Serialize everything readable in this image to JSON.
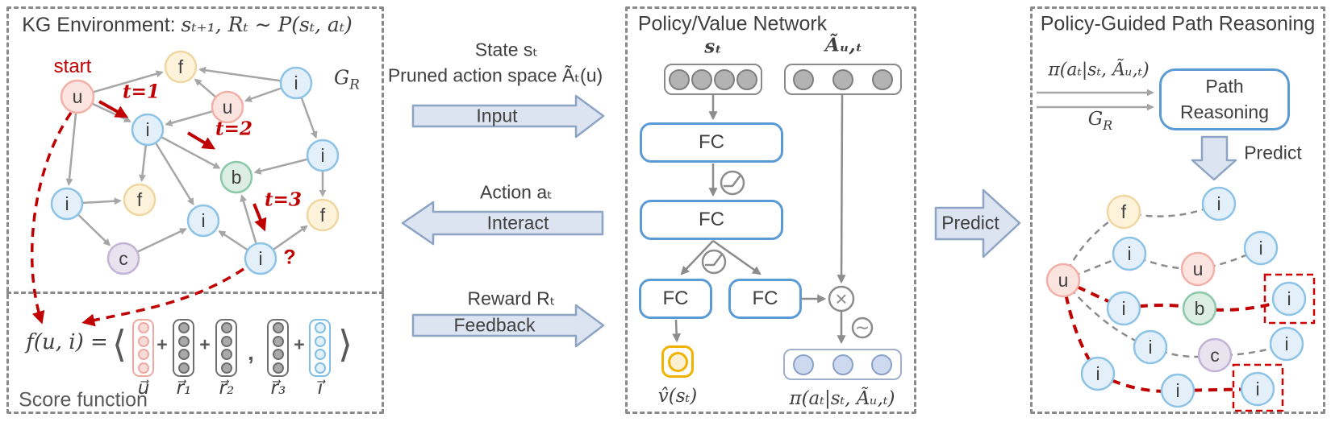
{
  "icons": {
    "multiply": "×",
    "softmax": "∼"
  },
  "left_panel": {
    "title_prefix": "KG Environment: ",
    "title_math": "sₜ₊₁, Rₜ ∼ P(sₜ, aₜ)",
    "start_label": "start",
    "gr_base": "G",
    "gr_sub": "R",
    "t_labels": [
      "t=1",
      "t=2",
      "t=3"
    ],
    "question_mark": "?",
    "nodes": [
      "u",
      "f",
      "u",
      "i",
      "i",
      "i",
      "b",
      "i",
      "f",
      "i",
      "c",
      "i",
      "f"
    ],
    "score": {
      "lhs": "f(u, i) =",
      "open": "⟨",
      "close": "⟩",
      "plus": "+",
      "comma": ",",
      "vector_labels": [
        "u⃗",
        "r⃗₁",
        "r⃗₂",
        "r⃗₃",
        "i⃗"
      ],
      "caption": "Score function"
    }
  },
  "interface": {
    "state_label": "State sₜ",
    "pruned_label": "Pruned action space Ãₜ(u)",
    "input_label": "Input",
    "action_label": "Action aₜ",
    "interact_label": "Interact",
    "reward_label": "Reward Rₜ",
    "feedback_label": "Feedback",
    "predict_label": "Predict"
  },
  "network": {
    "title": "Policy/Value Network",
    "state_vec_label": "sₜ",
    "action_vec_label": "Ãᵤ,ₜ",
    "fc_label": "FC",
    "value_label": "v̂(sₜ)",
    "policy_label": "π(aₜ|sₜ, Ãᵤ,ₜ)"
  },
  "right_panel": {
    "title": "Policy-Guided Path Reasoning",
    "policy_input_label": "π(aₜ|sₜ, Ãᵤ,ₜ)",
    "gr_base": "G",
    "gr_sub": "R",
    "box_label_line1": "Path",
    "box_label_line2": "Reasoning",
    "predict_label": "Predict",
    "nodes": [
      "u",
      "f",
      "i",
      "i",
      "u",
      "i",
      "i",
      "b",
      "i",
      "i",
      "c",
      "i",
      "i",
      "i",
      "i"
    ]
  },
  "colors": {
    "node_user_fill": "#fbe3e0",
    "node_user_border": "#f2b0a9",
    "node_item_fill": "#e4f0f9",
    "node_item_border": "#8cc3e6",
    "node_feature_fill": "#fdf3da",
    "node_feature_border": "#f0d7a2",
    "node_brand_fill": "#dcede4",
    "node_brand_border": "#8cc8aa",
    "node_category_fill": "#e9e3f0",
    "node_category_border": "#c3b4d6",
    "edge_gray": "#a6a6a6",
    "accent_red": "#c00000",
    "fc_border_blue": "#5b9bd5",
    "block_arrow_fill": "#dce4f2",
    "block_arrow_border": "#8da4c4",
    "value_gold": "#f2b200"
  }
}
